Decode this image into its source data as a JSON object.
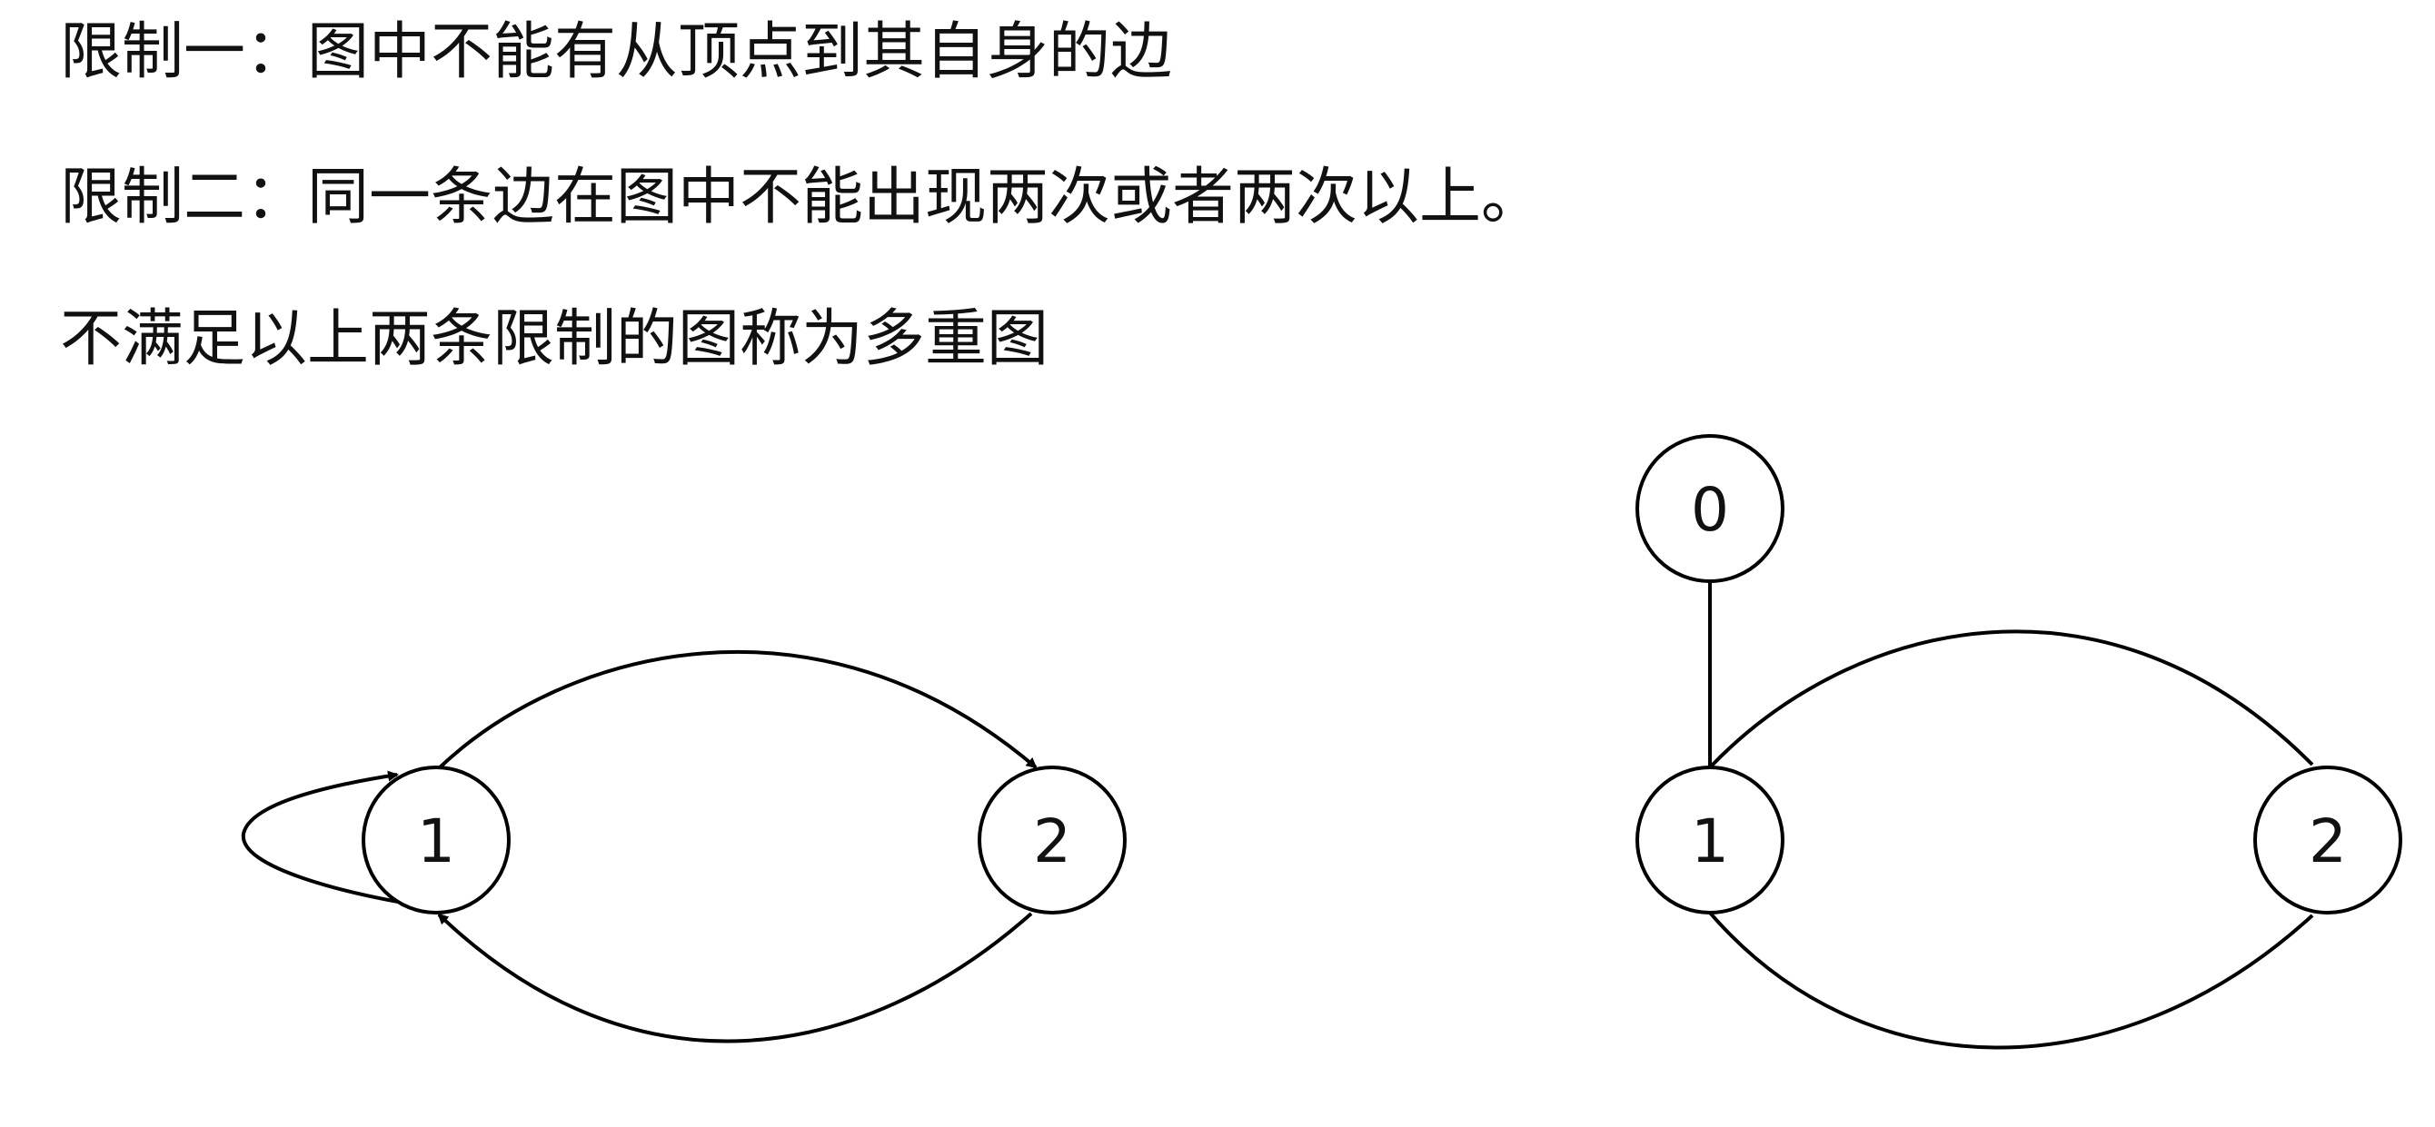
{
  "text": {
    "rule_one": "限制一：图中不能有从顶点到其自身的边",
    "rule_two": "限制二：同一条边在图中不能出现两次或者两次以上。",
    "conclusion": "不满足以上两条限制的图称为多重图"
  },
  "graph_left": {
    "nodes": [
      {
        "id": "1",
        "label": "1"
      },
      {
        "id": "2",
        "label": "2"
      }
    ],
    "edges": [
      {
        "from": "1",
        "to": "1",
        "directed": true,
        "kind": "self-loop"
      },
      {
        "from": "1",
        "to": "2",
        "directed": true
      },
      {
        "from": "2",
        "to": "1",
        "directed": true
      }
    ]
  },
  "graph_right": {
    "nodes": [
      {
        "id": "0",
        "label": "0"
      },
      {
        "id": "1",
        "label": "1"
      },
      {
        "id": "2",
        "label": "2"
      }
    ],
    "edges": [
      {
        "from": "0",
        "to": "1",
        "directed": false
      },
      {
        "from": "1",
        "to": "2",
        "directed": false
      },
      {
        "from": "1",
        "to": "2",
        "directed": false
      }
    ]
  },
  "colors": {
    "stroke": "#000000",
    "text": "#111111",
    "background": "#ffffff"
  }
}
